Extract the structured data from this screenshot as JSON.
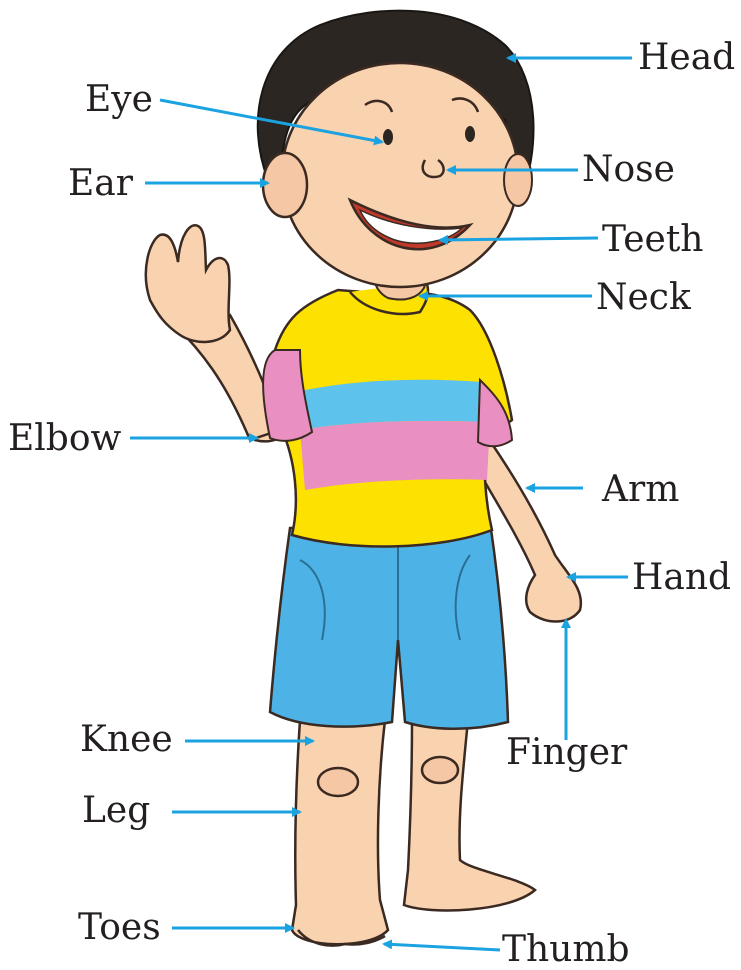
{
  "labels": {
    "head": "Head",
    "eye": "Eye",
    "ear": "Ear",
    "nose": "Nose",
    "teeth": "Teeth",
    "neck": "Neck",
    "elbow": "Elbow",
    "arm": "Arm",
    "hand": "Hand",
    "knee": "Knee",
    "finger": "Finger",
    "leg": "Leg",
    "toes": "Toes",
    "thumb": "Thumb"
  },
  "colors": {
    "arrow": "#1aa3e0",
    "text": "#231f20",
    "skin": "#f9d2b0",
    "hair": "#2b2622",
    "shirt_yellow": "#fde100",
    "shirt_pink": "#ea8fc1",
    "shirt_blue": "#5ec3ec",
    "shorts": "#4db3e6",
    "outline": "#3a2a22"
  }
}
